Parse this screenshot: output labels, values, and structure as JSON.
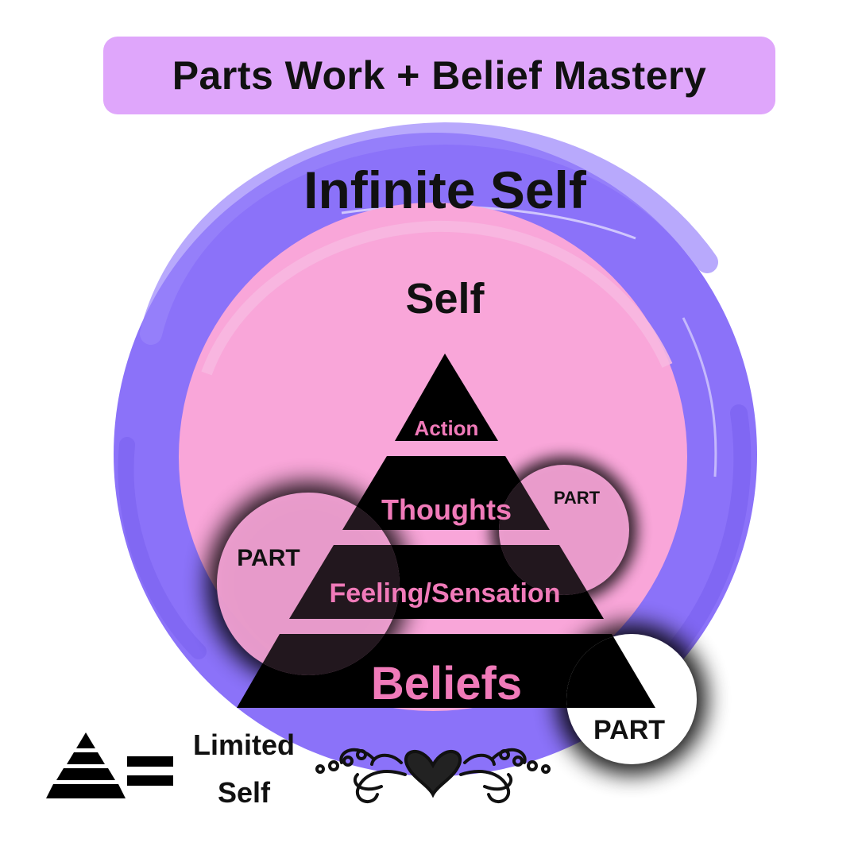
{
  "header": {
    "title": "Parts Work + Belief Mastery"
  },
  "labels": {
    "infinite_self": "Infinite Self",
    "self": "Self"
  },
  "pyramid": {
    "levels": [
      "Action",
      "Thoughts",
      "Feeling/Sensation",
      "Beliefs"
    ]
  },
  "parts": {
    "right_upper": "PART",
    "left": "PART",
    "bottom_right": "PART"
  },
  "legend": {
    "line1": "Limited",
    "line2": "Self"
  },
  "colors": {
    "title_bg": "#dfa6fb",
    "outer_circle": "#8b72f9",
    "inner_circle": "#f9a6d9",
    "pyramid": "#000000",
    "pyramid_text": "#f07ab9",
    "text_dark": "#111111"
  },
  "icons": {
    "legend_pyramid": "pyramid-icon",
    "equals": "equals-sign-icon",
    "ornament": "heart-swirl-ornament-icon"
  }
}
